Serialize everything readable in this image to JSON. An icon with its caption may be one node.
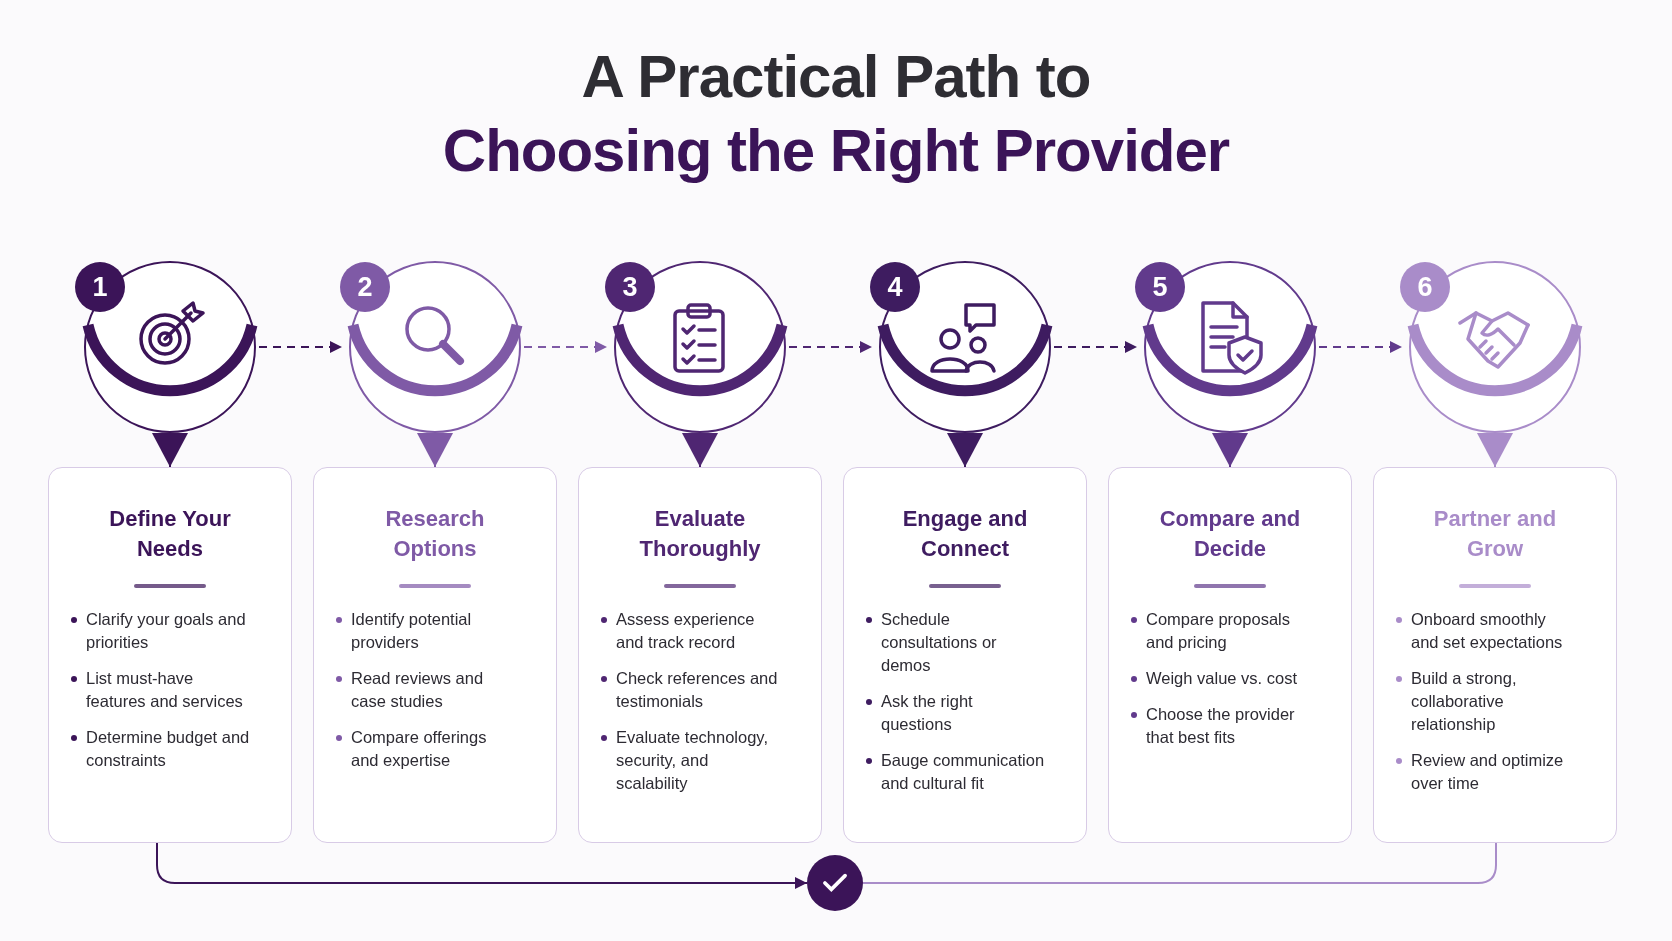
{
  "diagram": {
    "title": "A Practical Path to **Choosing the Right Provider**",
    "nodes": [
      {
        "text": [
          "1"
        ]
      },
      {
        "text": [
          "2"
        ]
      },
      {
        "text": [
          "3"
        ]
      },
      {
        "text": [
          "4"
        ]
      },
      {
        "text": [
          "5"
        ]
      },
      {
        "text": [
          "6"
        ]
      },
      {
        "text": [
          "Define Your Needs",
          "Clarify your goals and priorities",
          "List must-have features and services",
          "Determine budget and constraints"
        ]
      },
      {
        "text": [
          "Research Options",
          "Identify potential providers",
          "Read reviews and case studies",
          "Compare offerings and expertise"
        ]
      },
      {
        "text": [
          "Evaluate Thoroughly",
          "Assess experience and track record",
          "Check references and testimonials",
          "Evaluate technology, security, and scalability"
        ]
      },
      {
        "text": [
          "Engage and Connect",
          "Schedule consultations or demos",
          "Ask the right questions",
          "Бauge communication and cultural fit"
        ]
      },
      {
        "text": [
          "Compare and Decide",
          "Compare proposals and pricing",
          "Weigh value vs. cost",
          "Choose the provider that best fits"
        ]
      },
      {
        "text": [
          "Partner and Grow",
          "Onboard smoothly and set expectations",
          "Build a strong, collaborative relationship",
          "Review and optimize over time"
        ]
      },
      {
        "text": [],
        "shape": "circle"
      }
    ],
    "edges": [
      {
        "from": 0,
        "to": 1,
        "arrow": "to",
        "style": "dashed",
        "color": "#3b1458"
      },
      {
        "from": 1,
        "to": 2,
        "arrow": "to",
        "style": "dashed",
        "color": "#7f5aa6"
      },
      {
        "from": 2,
        "to": 3,
        "arrow": "to",
        "style": "dashed",
        "color": "#4f2672"
      },
      {
        "from": 3,
        "to": 4,
        "arrow": "to",
        "style": "dashed",
        "color": "#3e1c60"
      },
      {
        "from": 4,
        "to": 5,
        "arrow": "to",
        "style": "dashed",
        "color": "#613a8c"
      },
      {
        "from": 0,
        "to": 6,
        "arrow": "to",
        "color": "#3b1458"
      },
      {
        "from": 1,
        "to": 7,
        "arrow": "to",
        "color": "#7f5aa6"
      },
      {
        "from": 2,
        "to": 8,
        "arrow": "to",
        "color": "#4f2672"
      },
      {
        "from": 3,
        "to": 9,
        "arrow": "to",
        "color": "#3e1c60"
      },
      {
        "from": 4,
        "to": 10,
        "arrow": "to",
        "color": "#613a8c"
      },
      {
        "from": 5,
        "to": 11,
        "arrow": "to",
        "color": "#a98cc9"
      },
      {
        "from": 6,
        "to": 12,
        "arrow": "to",
        "color": "#3b1458"
      },
      {
        "from": 11,
        "to": 12,
        "arrow": "none",
        "color": "#a98cc9"
      }
    ]
  }
}
